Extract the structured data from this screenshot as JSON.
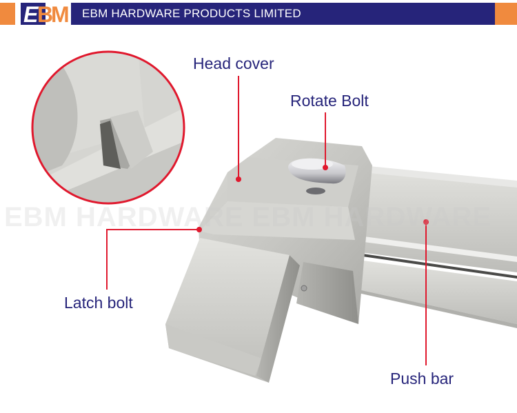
{
  "header": {
    "logo_text": "EBM",
    "title": "EBM HARDWARE PRODUCTS LIMITED",
    "colors": {
      "navy": "#26247a",
      "orange": "#f08a3e"
    }
  },
  "watermark": "EBM HARDWARE EBM HARDWARE",
  "callouts": [
    {
      "id": "head-cover",
      "label": "Head cover"
    },
    {
      "id": "rotate-bolt",
      "label": "Rotate Bolt"
    },
    {
      "id": "latch-bolt",
      "label": "Latch bolt"
    },
    {
      "id": "push-bar",
      "label": "Push bar"
    }
  ],
  "colors": {
    "leader_line": "#e0182d",
    "label_text": "#26247a"
  }
}
